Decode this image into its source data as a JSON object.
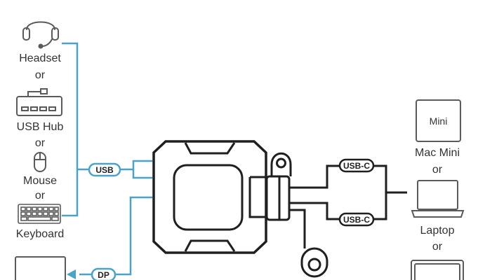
{
  "colors": {
    "accent": "#4aa3c7",
    "line": "#1f1f1f",
    "icon": "#5a5a5a",
    "text": "#333333"
  },
  "left_devices": {
    "headset": "Headset",
    "or_1": "or",
    "usb_hub": "USB Hub",
    "or_2": "or",
    "mouse": "Mouse",
    "or_3": "or",
    "keyboard": "Keyboard"
  },
  "right_devices": {
    "mini_screen": "Mini",
    "mac_mini": "Mac Mini",
    "or_1": "or",
    "laptop": "Laptop",
    "or_2": "or"
  },
  "connectors": {
    "usb": "USB",
    "dp": "DP",
    "usb_c_top": "USB-C",
    "usb_c_bottom": "USB-C"
  }
}
